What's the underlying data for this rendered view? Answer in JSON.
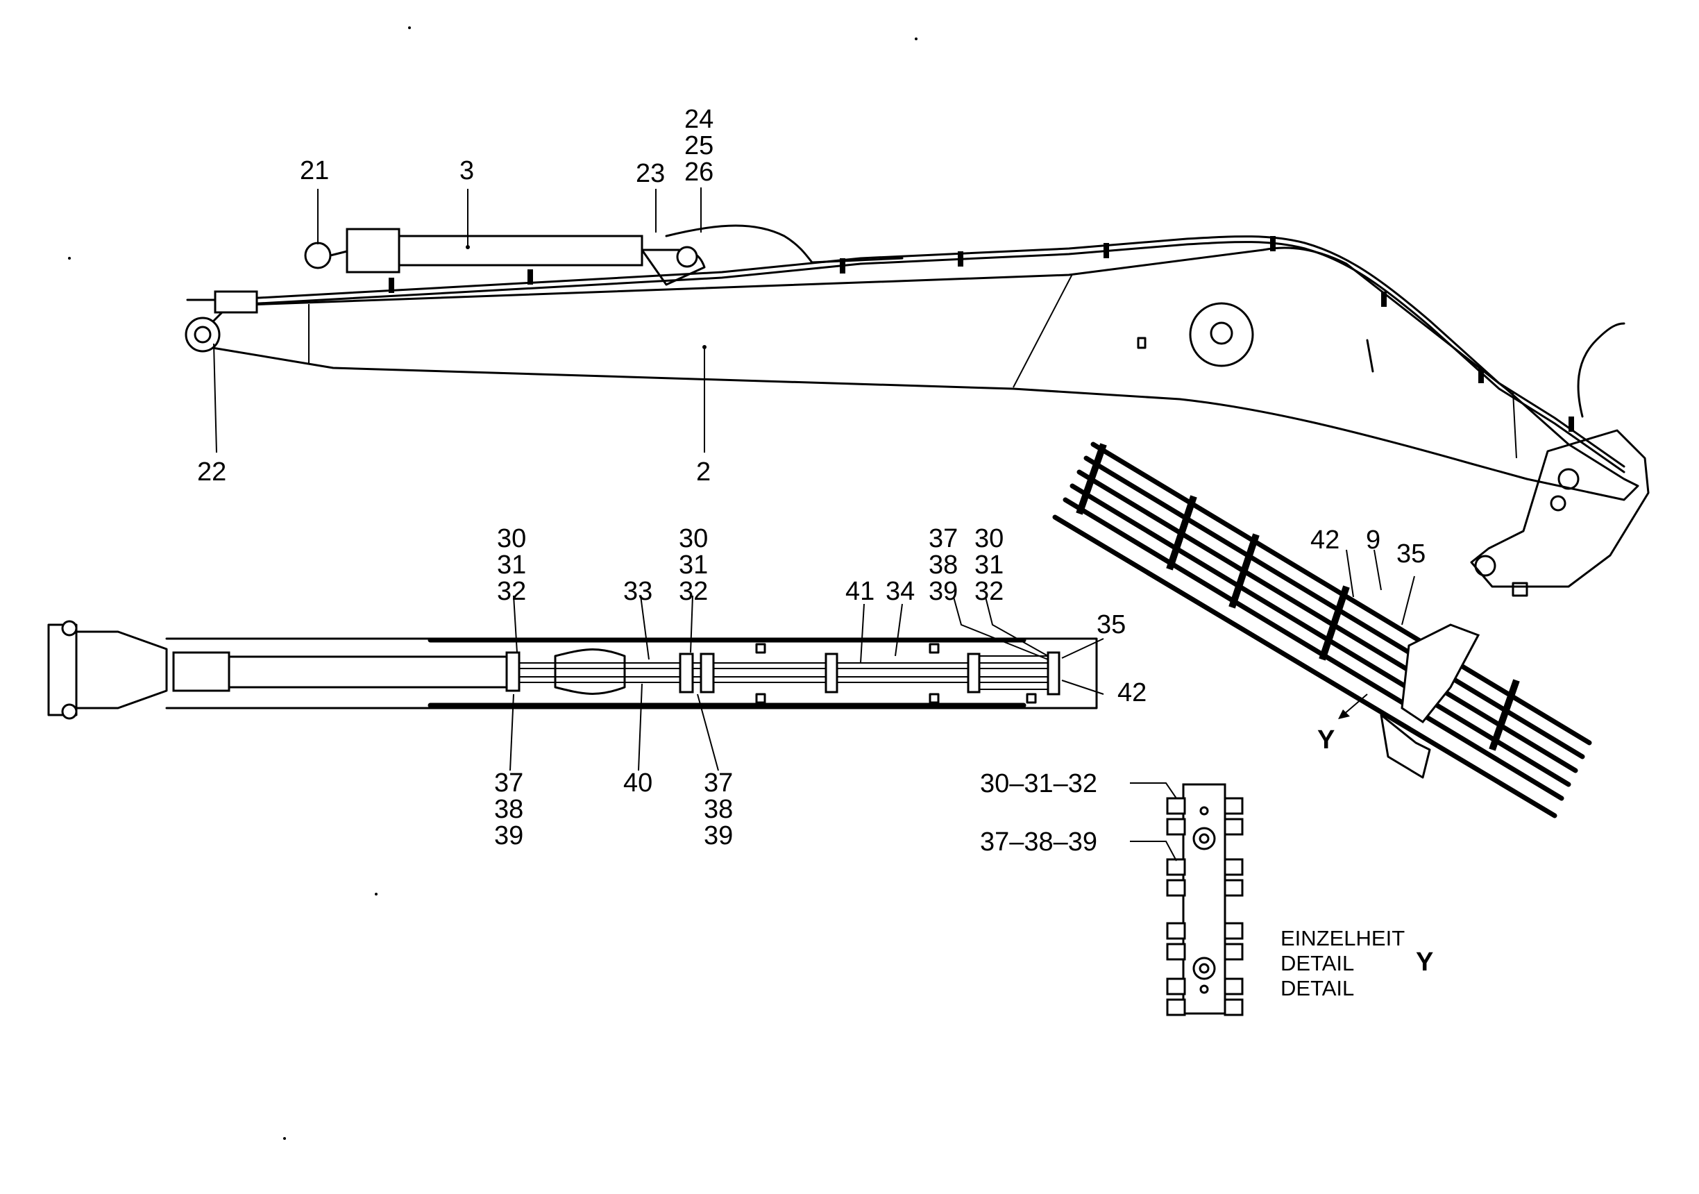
{
  "side_view": {
    "labels": [
      "21",
      "3",
      "23",
      "24",
      "25",
      "26",
      "22",
      "2"
    ]
  },
  "top_view": {
    "labels": [
      "30",
      "31",
      "32",
      "30",
      "31",
      "32",
      "33",
      "41",
      "34",
      "37",
      "38",
      "39",
      "30",
      "31",
      "32",
      "35",
      "42",
      "37",
      "38",
      "39",
      "40",
      "37",
      "38",
      "39"
    ]
  },
  "detail_view": {
    "labels": [
      "42",
      "9",
      "35",
      "Y"
    ]
  },
  "clamp_detail": {
    "label_top": "30–31–32",
    "label_mid": "37–38–39",
    "title_de": "EINZELHEIT",
    "title_en": "DETAIL",
    "title_fr": "DETAIL",
    "detail_letter": "Y"
  }
}
